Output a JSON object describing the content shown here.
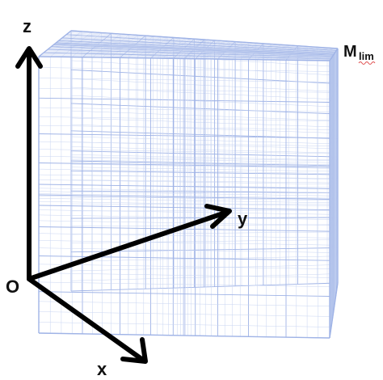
{
  "figure": {
    "labels": {
      "z": "z",
      "y": "y",
      "x": "x",
      "origin": "O",
      "boundary_main": "M",
      "boundary_sub": "lim"
    },
    "colors": {
      "grid": "#9fb3e6",
      "grid_dense": "#c9d5f2",
      "axis": "#000000",
      "squiggle": "#e05050"
    }
  }
}
